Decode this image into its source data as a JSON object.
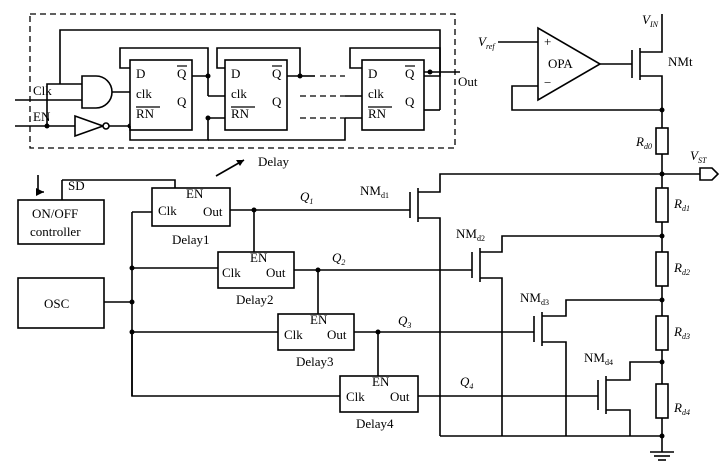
{
  "counter": {
    "clk_in": "Clk",
    "en_in": "EN",
    "out": "Out",
    "ff_d": "D",
    "ff_clk": "clk",
    "ff_rn": "RN",
    "ff_q": "Q",
    "ff_qbar": "Q"
  },
  "regulator": {
    "vin_main": "V",
    "vin_sub": "IN",
    "vref_main": "V",
    "vref_sub": "ref",
    "opa": "OPA",
    "plus": "+",
    "minus": "−",
    "nmt": "NMt"
  },
  "resistors": {
    "rd0": {
      "main": "R",
      "sub": "d0"
    },
    "rd1": {
      "main": "R",
      "sub": "d1"
    },
    "rd2": {
      "main": "R",
      "sub": "d2"
    },
    "rd3": {
      "main": "R",
      "sub": "d3"
    },
    "rd4": {
      "main": "R",
      "sub": "d4"
    },
    "vst_main": "V",
    "vst_sub": "ST"
  },
  "control": {
    "sd": "SD",
    "onoff_line1": "ON/OFF",
    "onoff_line2": "controller",
    "osc": "OSC",
    "delay_arrow": "Delay"
  },
  "delays": [
    {
      "clk": "Clk",
      "en": "EN",
      "out": "Out",
      "name": "Delay1",
      "q_main": "Q",
      "q_sub": "1"
    },
    {
      "clk": "Clk",
      "en": "EN",
      "out": "Out",
      "name": "Delay2",
      "q_main": "Q",
      "q_sub": "2"
    },
    {
      "clk": "Clk",
      "en": "EN",
      "out": "Out",
      "name": "Delay3",
      "q_main": "Q",
      "q_sub": "3"
    },
    {
      "clk": "Clk",
      "en": "EN",
      "out": "Out",
      "name": "Delay4",
      "q_main": "Q",
      "q_sub": "4"
    }
  ],
  "nmos": [
    {
      "main": "NM",
      "sub": "d1"
    },
    {
      "main": "NM",
      "sub": "d2"
    },
    {
      "main": "NM",
      "sub": "d3"
    },
    {
      "main": "NM",
      "sub": "d4"
    }
  ]
}
